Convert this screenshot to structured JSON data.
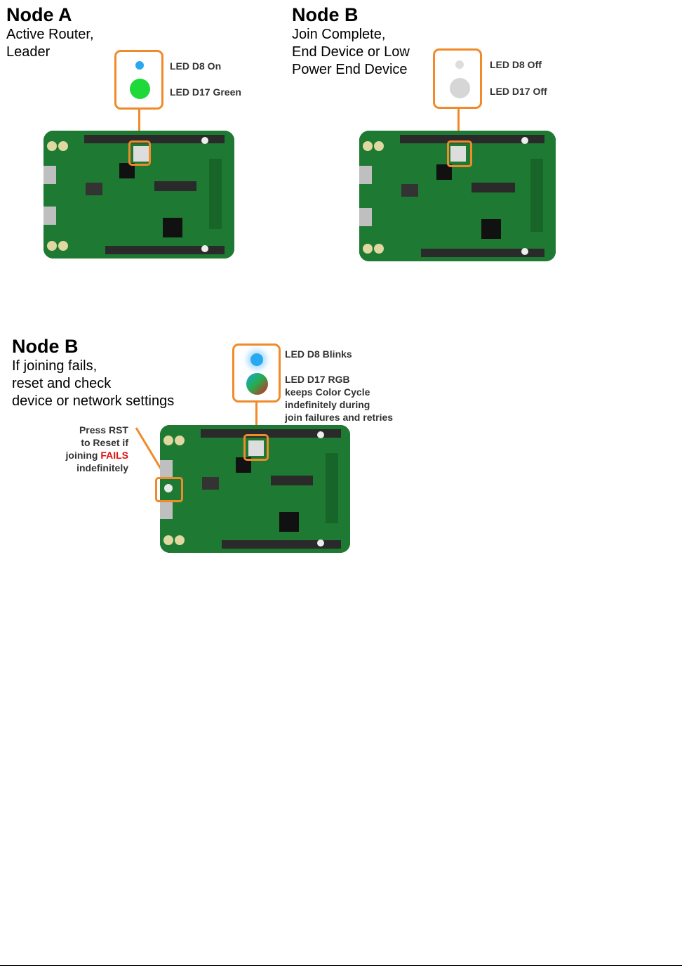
{
  "node_a": {
    "title": "Node A",
    "subtitle_lines": [
      "Active Router,",
      "Leader"
    ],
    "led_d8_label": "LED D8 On",
    "led_d17_label": "LED D17 Green",
    "colors": {
      "d8": "#29a8f0",
      "d17": "#1fd83a"
    }
  },
  "node_b_join": {
    "title": "Node B",
    "subtitle_lines": [
      "Join Complete,",
      "End Device or Low",
      "Power End Device"
    ],
    "led_d8_label": "LED D8 Off",
    "led_d17_label": "LED D17 Off",
    "colors": {
      "d8": "#dddddd",
      "d17": "#d6d6d6"
    }
  },
  "node_b_fail": {
    "title": "Node B",
    "subtitle_lines": [
      "If joining fails,",
      "reset and check",
      "device or network settings"
    ],
    "led_d8_label": "LED D8 Blinks",
    "led_d17_lines": [
      "LED D17 RGB",
      "keeps Color Cycle",
      "indefinitely during",
      "join failures and retries"
    ],
    "rst_lines": [
      "Press RST",
      "to Reset if",
      "joining",
      "FAILS",
      "indefinitely"
    ],
    "colors": {
      "d8": "#29a8f0",
      "fails": "#e01010"
    }
  },
  "accent_color": "#f08a2a"
}
